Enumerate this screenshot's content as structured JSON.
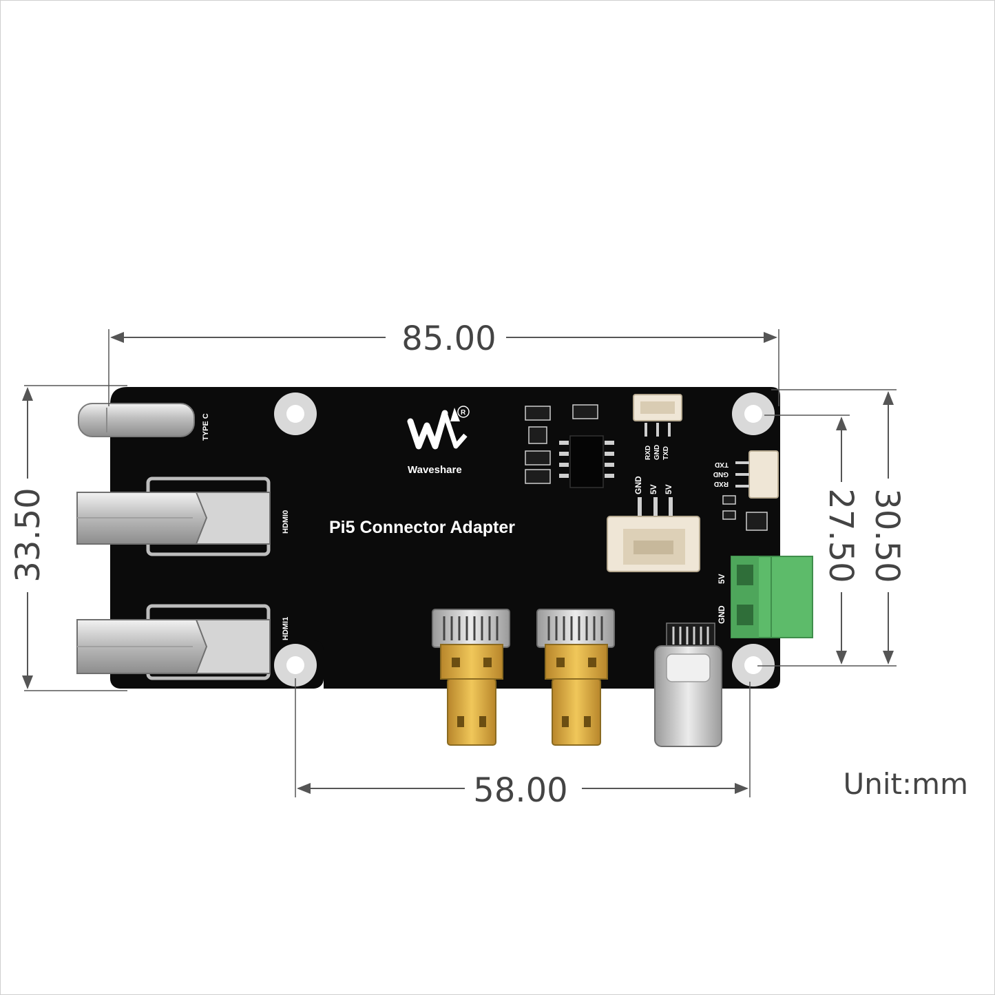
{
  "dimensions": {
    "width_top": "85.00",
    "height_left": "33.50",
    "height_right_inner": "27.50",
    "height_right_outer": "30.50",
    "width_bottom": "58.00",
    "unit_label": "Unit:mm"
  },
  "board": {
    "title": "Pi5 Connector Adapter",
    "brand": "Waveshare",
    "registered_mark": "R",
    "color": "#0b0b0b"
  },
  "silkscreen": {
    "type_c": "TYPE C",
    "hdmi0": "HDMI0",
    "hdmi1": "HDMI1",
    "uart_top": [
      "RXD",
      "GND",
      "TXD"
    ],
    "power_pins": [
      "GND",
      "5V",
      "5V"
    ],
    "uart_side": [
      "TXD",
      "GND",
      "RXD"
    ],
    "terminal": [
      "5V",
      "GND"
    ]
  },
  "colors": {
    "dimension_line": "#555555",
    "terminal_block": "#5dbb6a",
    "connector_gold": "#d8a93a",
    "connector_metal": "#c9c9c9",
    "jst_housing": "#efe6d6"
  }
}
